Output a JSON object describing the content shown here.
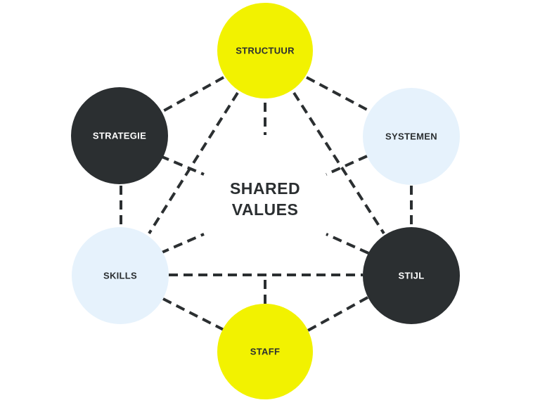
{
  "center": {
    "line1": "SHARED",
    "line2": "VALUES"
  },
  "nodes": {
    "structuur": {
      "label": "STRUCTUUR",
      "fill": "#f2f200",
      "text_color": "#2b2f31"
    },
    "strategie": {
      "label": "STRATEGIE",
      "fill": "#2b2f31",
      "text_color": "#ffffff"
    },
    "systemen": {
      "label": "SYSTEMEN",
      "fill": "#e6f2fc",
      "text_color": "#2b2f31"
    },
    "skills": {
      "label": "SKILLS",
      "fill": "#e6f2fc",
      "text_color": "#2b2f31"
    },
    "stijl": {
      "label": "STIJL",
      "fill": "#2b2f31",
      "text_color": "#ffffff"
    },
    "staff": {
      "label": "STAFF",
      "fill": "#f2f200",
      "text_color": "#2b2f31"
    }
  },
  "colors": {
    "connector": "#2b2f31",
    "background": "#ffffff"
  }
}
